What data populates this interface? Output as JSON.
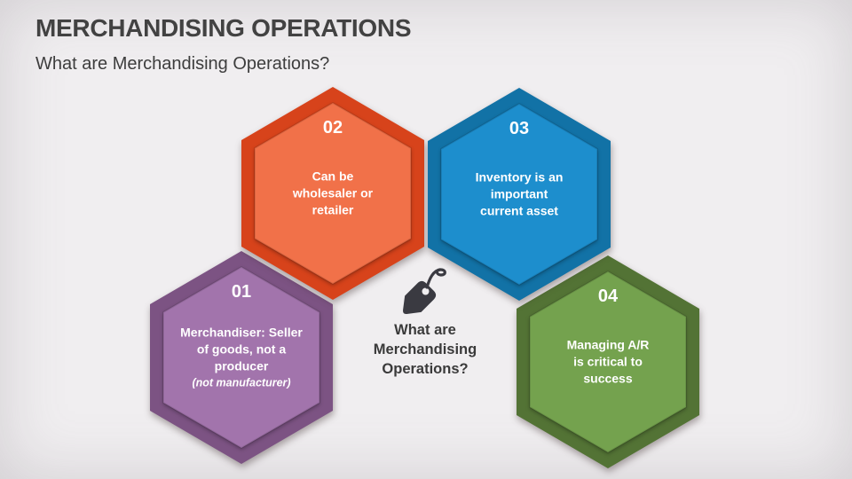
{
  "slide": {
    "title": "MERCHANDISING OPERATIONS",
    "subtitle": "What are Merchandising Operations?",
    "background_color": "#F0EEF0",
    "title_color": "#424242"
  },
  "center": {
    "icon": "price-tag-icon",
    "icon_color": "#3A3A41",
    "text_color": "#3A3A3A",
    "lines": [
      "What are",
      "Merchandising",
      "Operations?"
    ]
  },
  "hexagons": [
    {
      "number": "01",
      "lines": [
        "Merchandiser: Seller",
        "of goods, not a",
        "producer"
      ],
      "note": "(not manufacturer)",
      "border_color": "#7C5383",
      "fill_color": "#A274AC",
      "text_color": "#FFFFFF"
    },
    {
      "number": "02",
      "lines": [
        "Can be",
        "wholesaler or",
        "retailer"
      ],
      "border_color": "#D7431B",
      "fill_color": "#F17149",
      "text_color": "#FFFFFF"
    },
    {
      "number": "03",
      "lines": [
        "Inventory is an",
        "important",
        "current asset"
      ],
      "border_color": "#1272A6",
      "fill_color": "#1D8ECD",
      "text_color": "#FFFFFF"
    },
    {
      "number": "04",
      "lines": [
        "Managing A/R",
        "is critical to",
        "success"
      ],
      "border_color": "#537335",
      "fill_color": "#74A24E",
      "text_color": "#FFFFFF"
    }
  ]
}
